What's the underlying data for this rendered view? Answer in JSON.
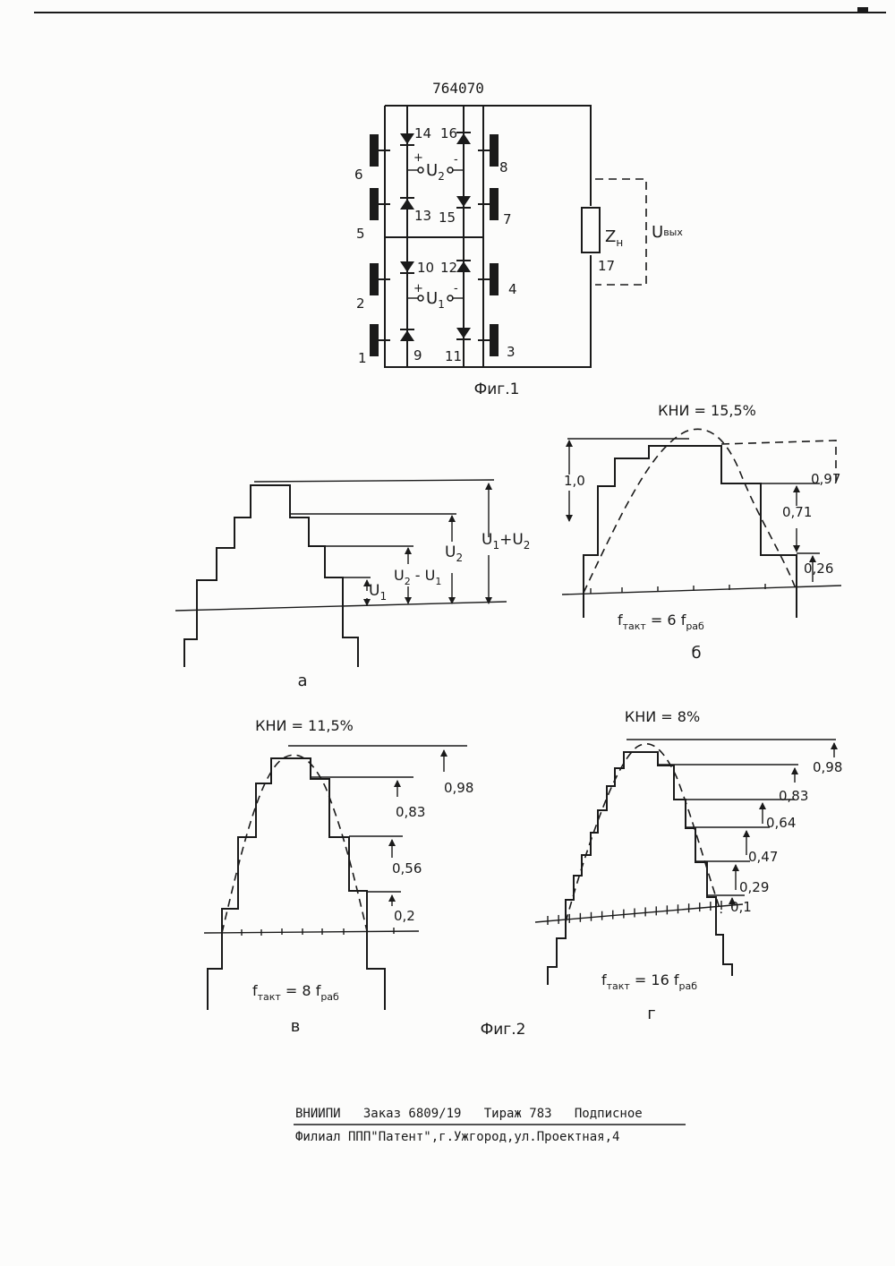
{
  "patent_number": "764070",
  "fig1": {
    "caption": "Фиг.1",
    "labels": {
      "n1": "1",
      "n2": "2",
      "n3": "3",
      "n4": "4",
      "n5": "5",
      "n6": "6",
      "n7": "7",
      "n8": "8",
      "n9": "9",
      "n10": "10",
      "n11": "11",
      "n12": "12",
      "n13": "13",
      "n14": "14",
      "n15": "15",
      "n16": "16",
      "n17": "17",
      "u1": "U",
      "u1_sub": "1",
      "u2": "U",
      "u2_sub": "2",
      "plus": "+",
      "minus": "-",
      "zn": "Z",
      "zn_sub": "н",
      "uout": "U",
      "uout_sub": "вых"
    }
  },
  "fig2": {
    "caption": "Фиг.2",
    "a": {
      "letter": "а",
      "u1": "U",
      "u1_sub": "1",
      "u2": "U",
      "u2_sub": "2",
      "u2u1_a": "U",
      "u2u1_a_sub": "2",
      "u2u1_mid": " - U",
      "u2u1_b_sub": "1",
      "u1u2_a": "U",
      "u1u2_a_sub": "1",
      "u1u2_mid": "+U",
      "u1u2_b_sub": "2"
    },
    "b": {
      "letter": "б",
      "khu": "КНИ = 15,5%",
      "freq": "f",
      "freq_sub1": "такт",
      "freq_mid": " = 6 f",
      "freq_sub2": "раб",
      "levels": [
        "1,0",
        "0,97",
        "0,71",
        "0,26"
      ]
    },
    "v": {
      "letter": "в",
      "khu": "КНИ = 11,5%",
      "freq": "f",
      "freq_sub1": "такт",
      "freq_mid": " = 8 f",
      "freq_sub2": "раб",
      "levels": [
        "0,98",
        "0,83",
        "0,56",
        "0,2"
      ]
    },
    "g": {
      "letter": "г",
      "khu": "КНИ = 8%",
      "freq": "f",
      "freq_sub1": "такт",
      "freq_mid": " = 16 f",
      "freq_sub2": "раб",
      "levels": [
        "0,98",
        "0,83",
        "0,64",
        "0,47",
        "0,29",
        "0,1"
      ]
    }
  },
  "footer": {
    "line1": "ВНИИПИ   Заказ 6809/19   Тираж 783   Подписное",
    "line2": "Филиал ППП\"Патент\",г.Ужгород,ул.Проектная,4"
  },
  "colors": {
    "ink": "#1a1a1a",
    "paper": "#fcfcfb"
  }
}
